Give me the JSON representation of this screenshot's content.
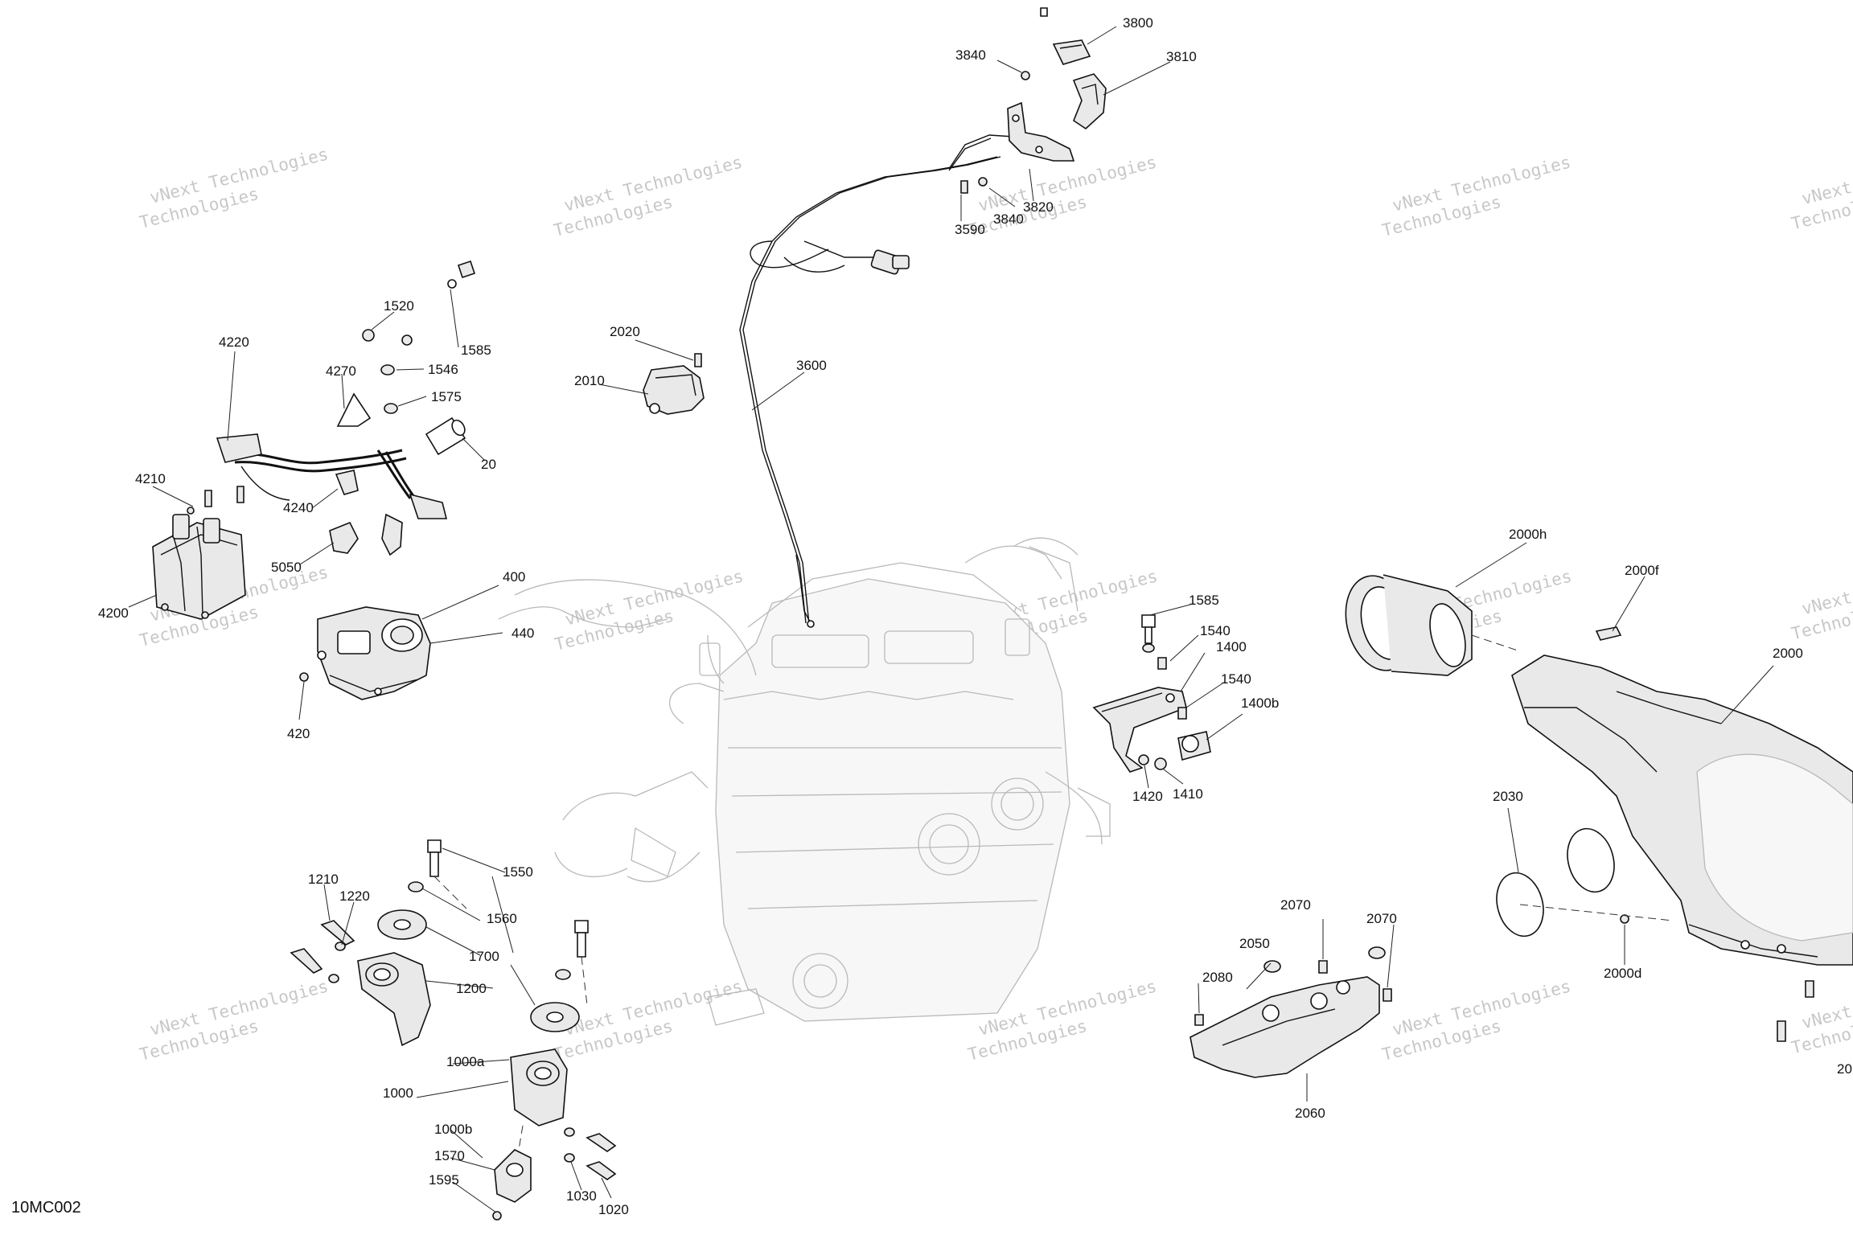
{
  "diagram_code": "10MC002",
  "watermark_line1": "vNext Technologies",
  "watermark_line2": "Technologies",
  "callouts": {
    "c3800": "3800",
    "c3840a": "3840",
    "c3810": "3810",
    "c3820": "3820",
    "c3840b": "3840",
    "c3590": "3590",
    "c2020": "2020",
    "c2010": "2010",
    "c3600": "3600",
    "c1520": "1520",
    "c1585a": "1585",
    "c1546": "1546",
    "c1575": "1575",
    "c20": "20",
    "c4220": "4220",
    "c4270": "4270",
    "c4210": "4210",
    "c4240": "4240",
    "c5050": "5050",
    "c4200": "4200",
    "c400": "400",
    "c440": "440",
    "c420": "420",
    "c1585b": "1585",
    "c1540a": "1540",
    "c1400": "1400",
    "c1540b": "1540",
    "c1400b": "1400b",
    "c1420": "1420",
    "c1410": "1410",
    "c2000h": "2000h",
    "c2000f": "2000f",
    "c2000": "2000",
    "c2030": "2030",
    "c2000d": "2000d",
    "c20xx": "20",
    "c2070a": "2070",
    "c2070b": "2070",
    "c2050": "2050",
    "c2080": "2080",
    "c2060": "2060",
    "c1210": "1210",
    "c1220": "1220",
    "c1550": "1550",
    "c1560": "1560",
    "c1700": "1700",
    "c1200": "1200",
    "c1000a": "1000a",
    "c1000": "1000",
    "c1000b": "1000b",
    "c1570": "1570",
    "c1595": "1595",
    "c1030": "1030",
    "c1020": "1020"
  }
}
